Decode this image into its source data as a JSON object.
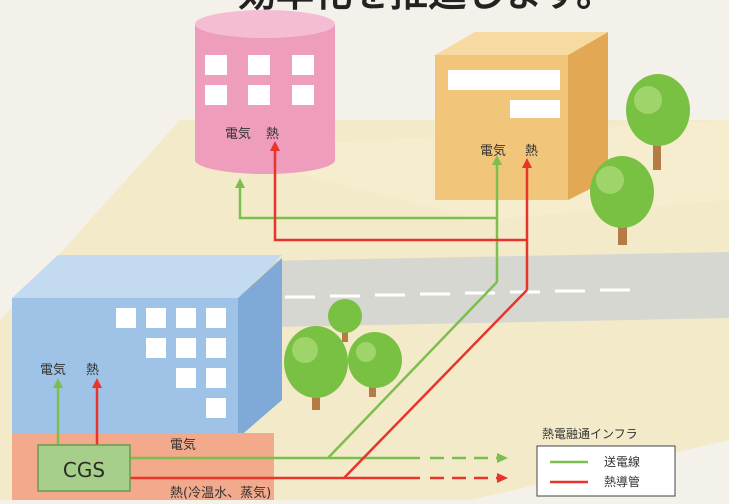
{
  "heading": "効率化を推進します。",
  "buildings": {
    "round_building": {
      "elec": "電気",
      "heat": "熱"
    },
    "tan_building": {
      "elec": "電気",
      "heat": "熱"
    },
    "blue_building": {
      "elec": "電気",
      "heat": "熱"
    }
  },
  "cgs": {
    "label": "CGS"
  },
  "lines": {
    "elec_label": "電気",
    "heat_label": "熱(冷温水、蒸気)"
  },
  "legend": {
    "title": "熱電融通インフラ",
    "items": [
      {
        "label": "送電線",
        "color": "#7dbf4e"
      },
      {
        "label": "熱導管",
        "color": "#e8342a"
      }
    ]
  },
  "colors": {
    "electric": "#7dbf4e",
    "heat": "#e8342a",
    "pink": "#ee9dbd",
    "tan": "#f2c67a",
    "blue": "#9fc3e6",
    "cgs": "#a6d08a"
  }
}
